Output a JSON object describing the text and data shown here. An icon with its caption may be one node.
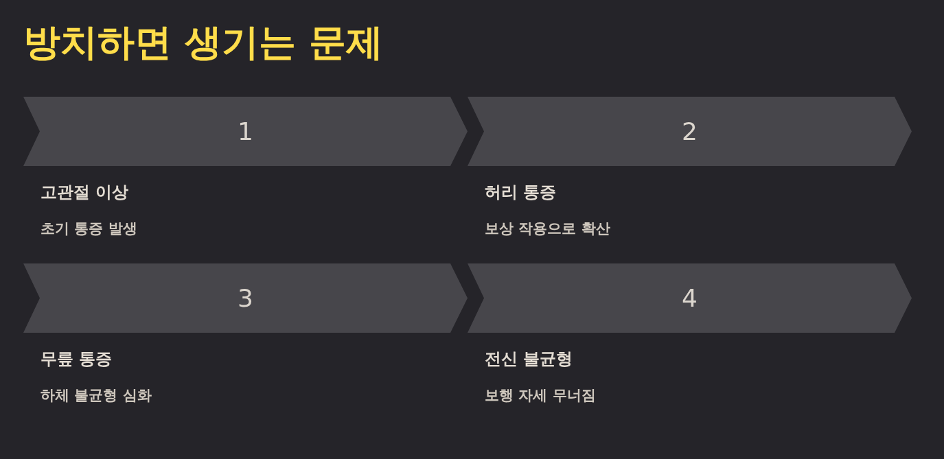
{
  "diagram": {
    "title": "방치하면 생기는 문제",
    "nodes": [
      {
        "text": [
          "1"
        ],
        "beside": [
          "고관절 이상",
          "초기 통증 발생"
        ]
      },
      {
        "text": [
          "2"
        ],
        "beside": [
          "허리 통증",
          "보상 작용으로 확산"
        ]
      },
      {
        "text": [
          "3"
        ],
        "beside": [
          "무릎 통증",
          "하체 불균형 심화"
        ]
      },
      {
        "text": [
          "4"
        ],
        "beside": [
          "전신 불균형",
          "보행 자세 무너짐"
        ]
      }
    ]
  }
}
